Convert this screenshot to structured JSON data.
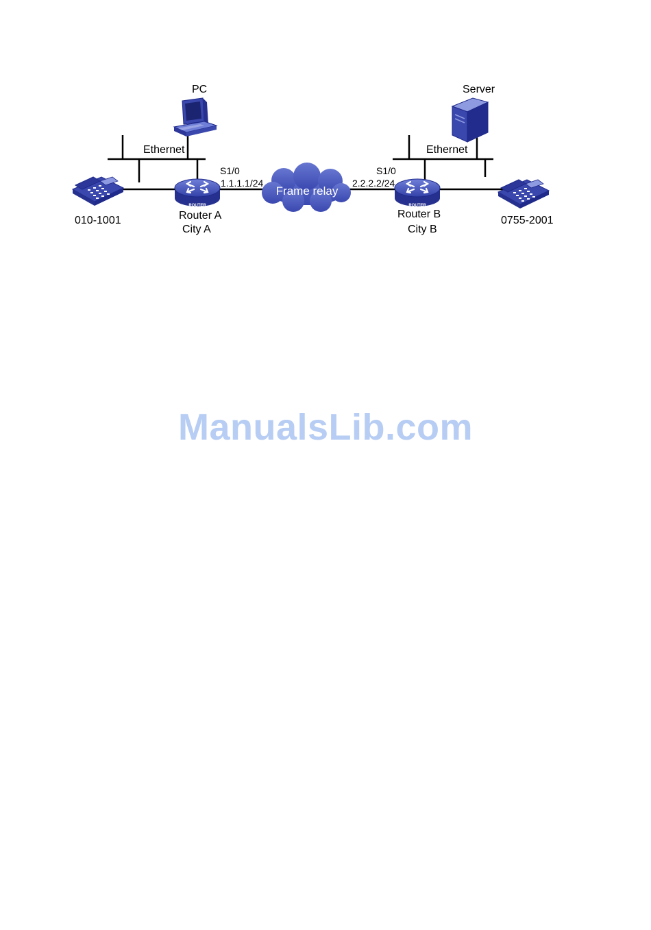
{
  "colors": {
    "device_dark": "#1f2a8a",
    "device_mid": "#3f51b5",
    "device_light": "#8f9be0",
    "cloud": "#5060c4",
    "watermark": "#b7cdf3"
  },
  "labels": {
    "pc": "PC",
    "server": "Server",
    "ethernet_a": "Ethernet",
    "ethernet_b": "Ethernet",
    "s1_a": "S1/0",
    "ip_a": "1.1.1.1/24",
    "s1_b": "S1/0",
    "ip_b": "2.2.2.2/24",
    "cloud": "Frame relay",
    "router_a": "Router A",
    "city_a": "City A",
    "router_b": "Router B",
    "city_b": "City B",
    "phone_a": "010-1001",
    "phone_b": "0755-2001",
    "router_badge": "ROUTER"
  },
  "icons": {
    "pc": "pc-icon",
    "server": "server-icon",
    "router": "router-icon",
    "phone": "phone-icon",
    "cloud": "cloud-icon"
  },
  "watermark": "ManualsLib.com"
}
